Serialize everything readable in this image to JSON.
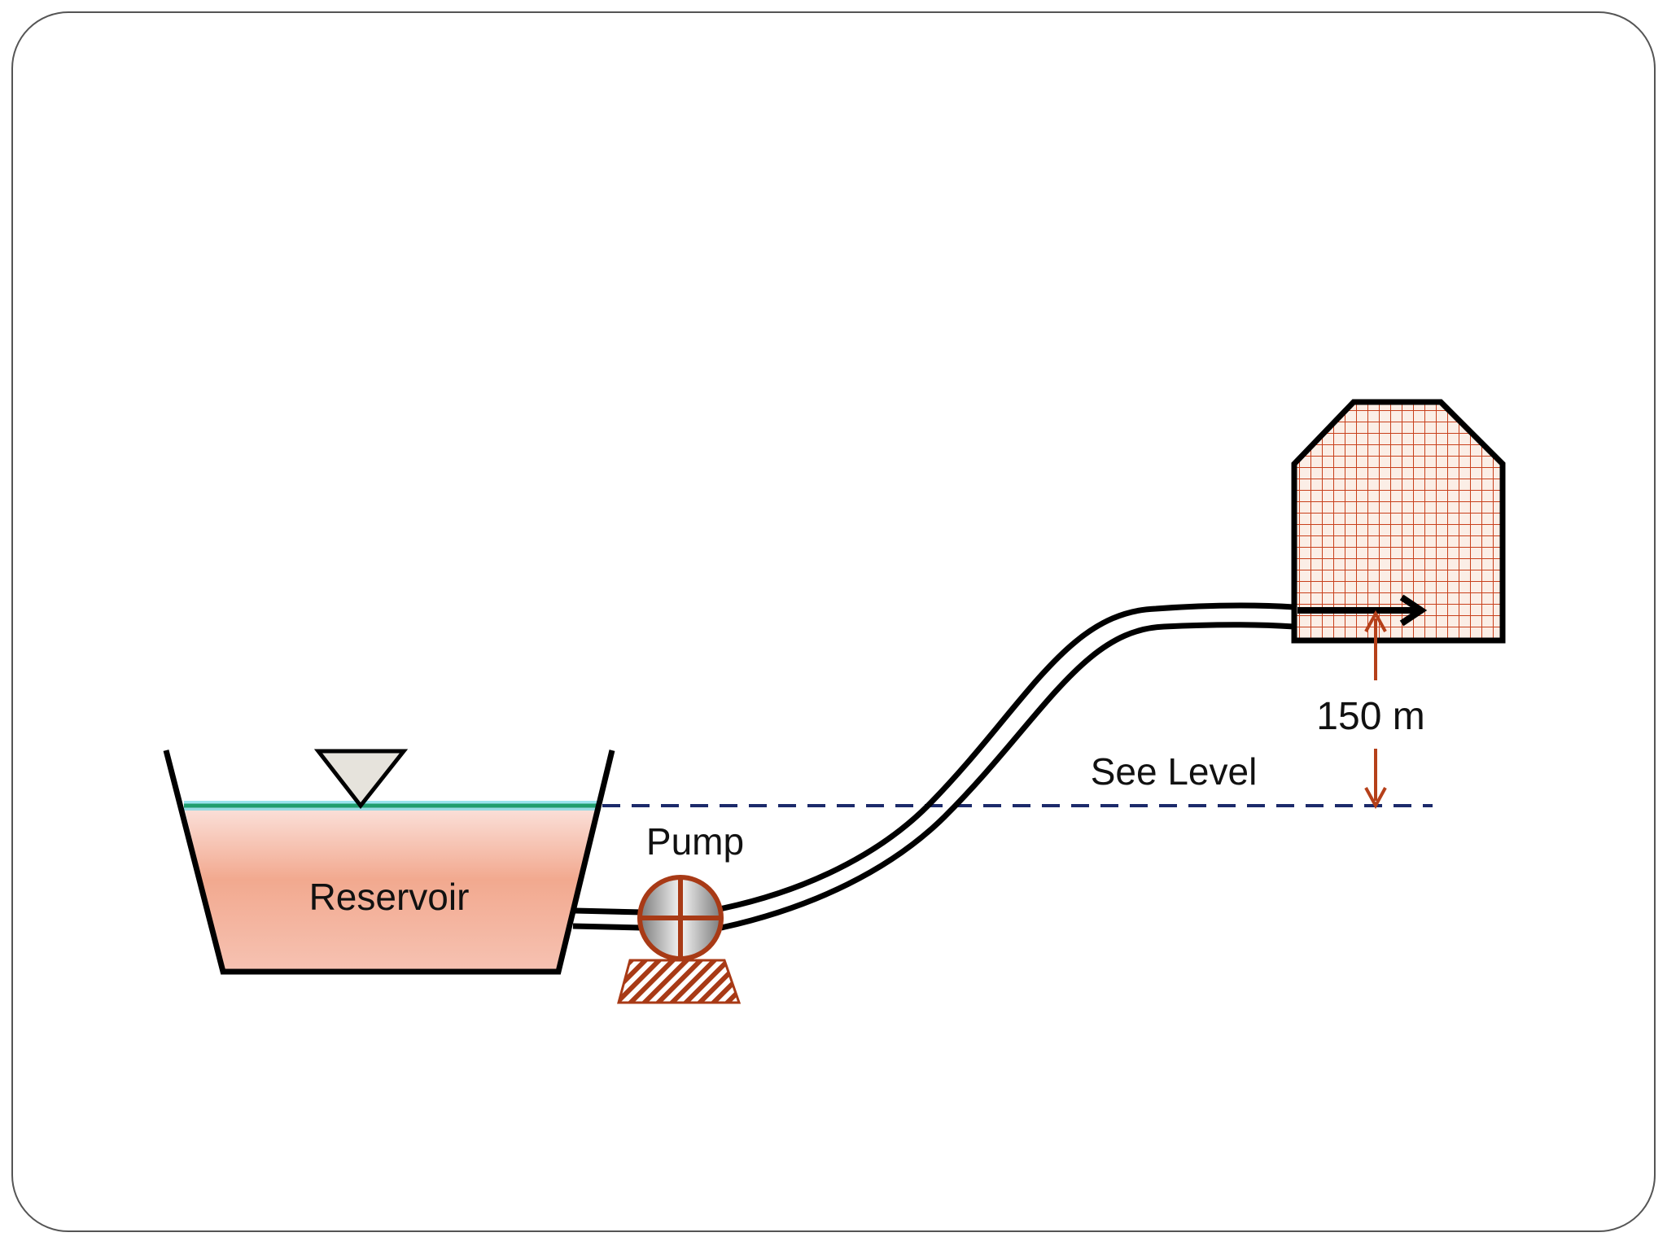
{
  "labels": {
    "reservoir": "Reservoir",
    "pump": "Pump",
    "sea_level": "See Level",
    "height": "150 m"
  },
  "colors": {
    "water_fill": "#f4b4a0",
    "water_surface": "#1f9e6e",
    "water_glow": "#6ed8e8",
    "accent": "#b5401a",
    "dashed_line": "#1c2a6b",
    "outline": "#000000",
    "triangle_fill": "#e6e3dc"
  },
  "icons": {
    "water_level_marker": "inverted-triangle",
    "pump_symbol": "circle-with-cross"
  }
}
